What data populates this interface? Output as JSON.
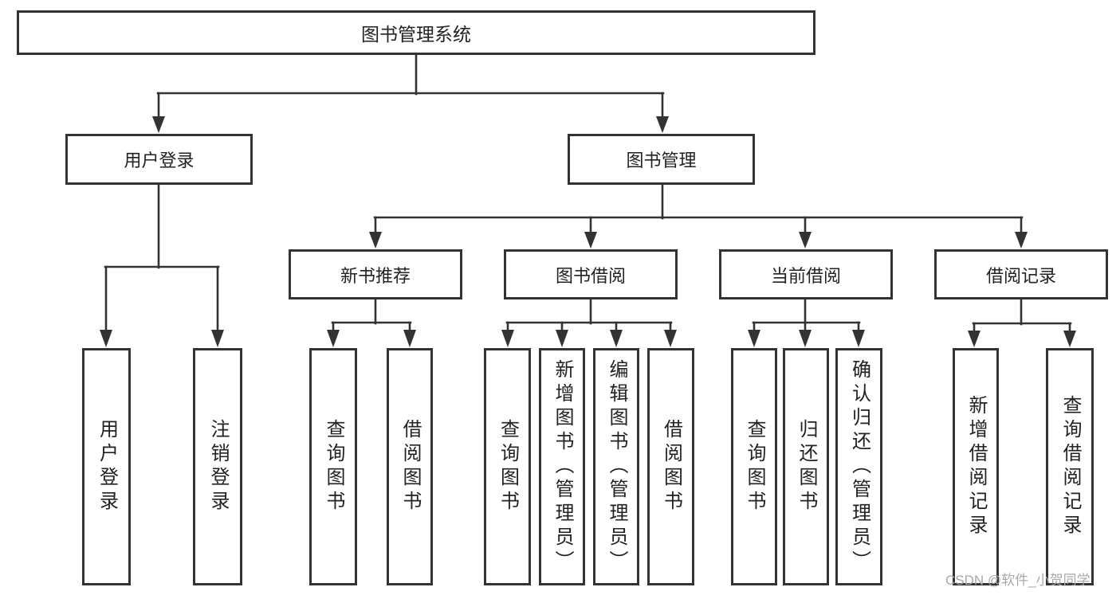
{
  "tree": {
    "root": {
      "label": "图书管理系统"
    },
    "branches": [
      {
        "label": "用户登录",
        "children": [
          {
            "label": "用户登录"
          },
          {
            "label": "注销登录"
          }
        ]
      },
      {
        "label": "图书管理",
        "children": [
          {
            "label": "新书推荐",
            "children": [
              {
                "label": "查询图书"
              },
              {
                "label": "借阅图书"
              }
            ]
          },
          {
            "label": "图书借阅",
            "children": [
              {
                "label": "查询图书"
              },
              {
                "label": "新增图书（管理员）"
              },
              {
                "label": "编辑图书（管理员）"
              },
              {
                "label": "借阅图书"
              }
            ]
          },
          {
            "label": "当前借阅",
            "children": [
              {
                "label": "查询图书"
              },
              {
                "label": "归还图书"
              },
              {
                "label": "确认归还（管理员）"
              }
            ]
          },
          {
            "label": "借阅记录",
            "children": [
              {
                "label": "新增借阅记录"
              },
              {
                "label": "查询借阅记录"
              }
            ]
          }
        ]
      }
    ]
  },
  "watermark": {
    "text": "CSDN @软件_小贺同学"
  },
  "colors": {
    "line": "#333333",
    "box_border": "#333333",
    "box_background": "#ffffff",
    "text": "#222222",
    "watermark": "#a8a8a8",
    "background": "#ffffff"
  }
}
